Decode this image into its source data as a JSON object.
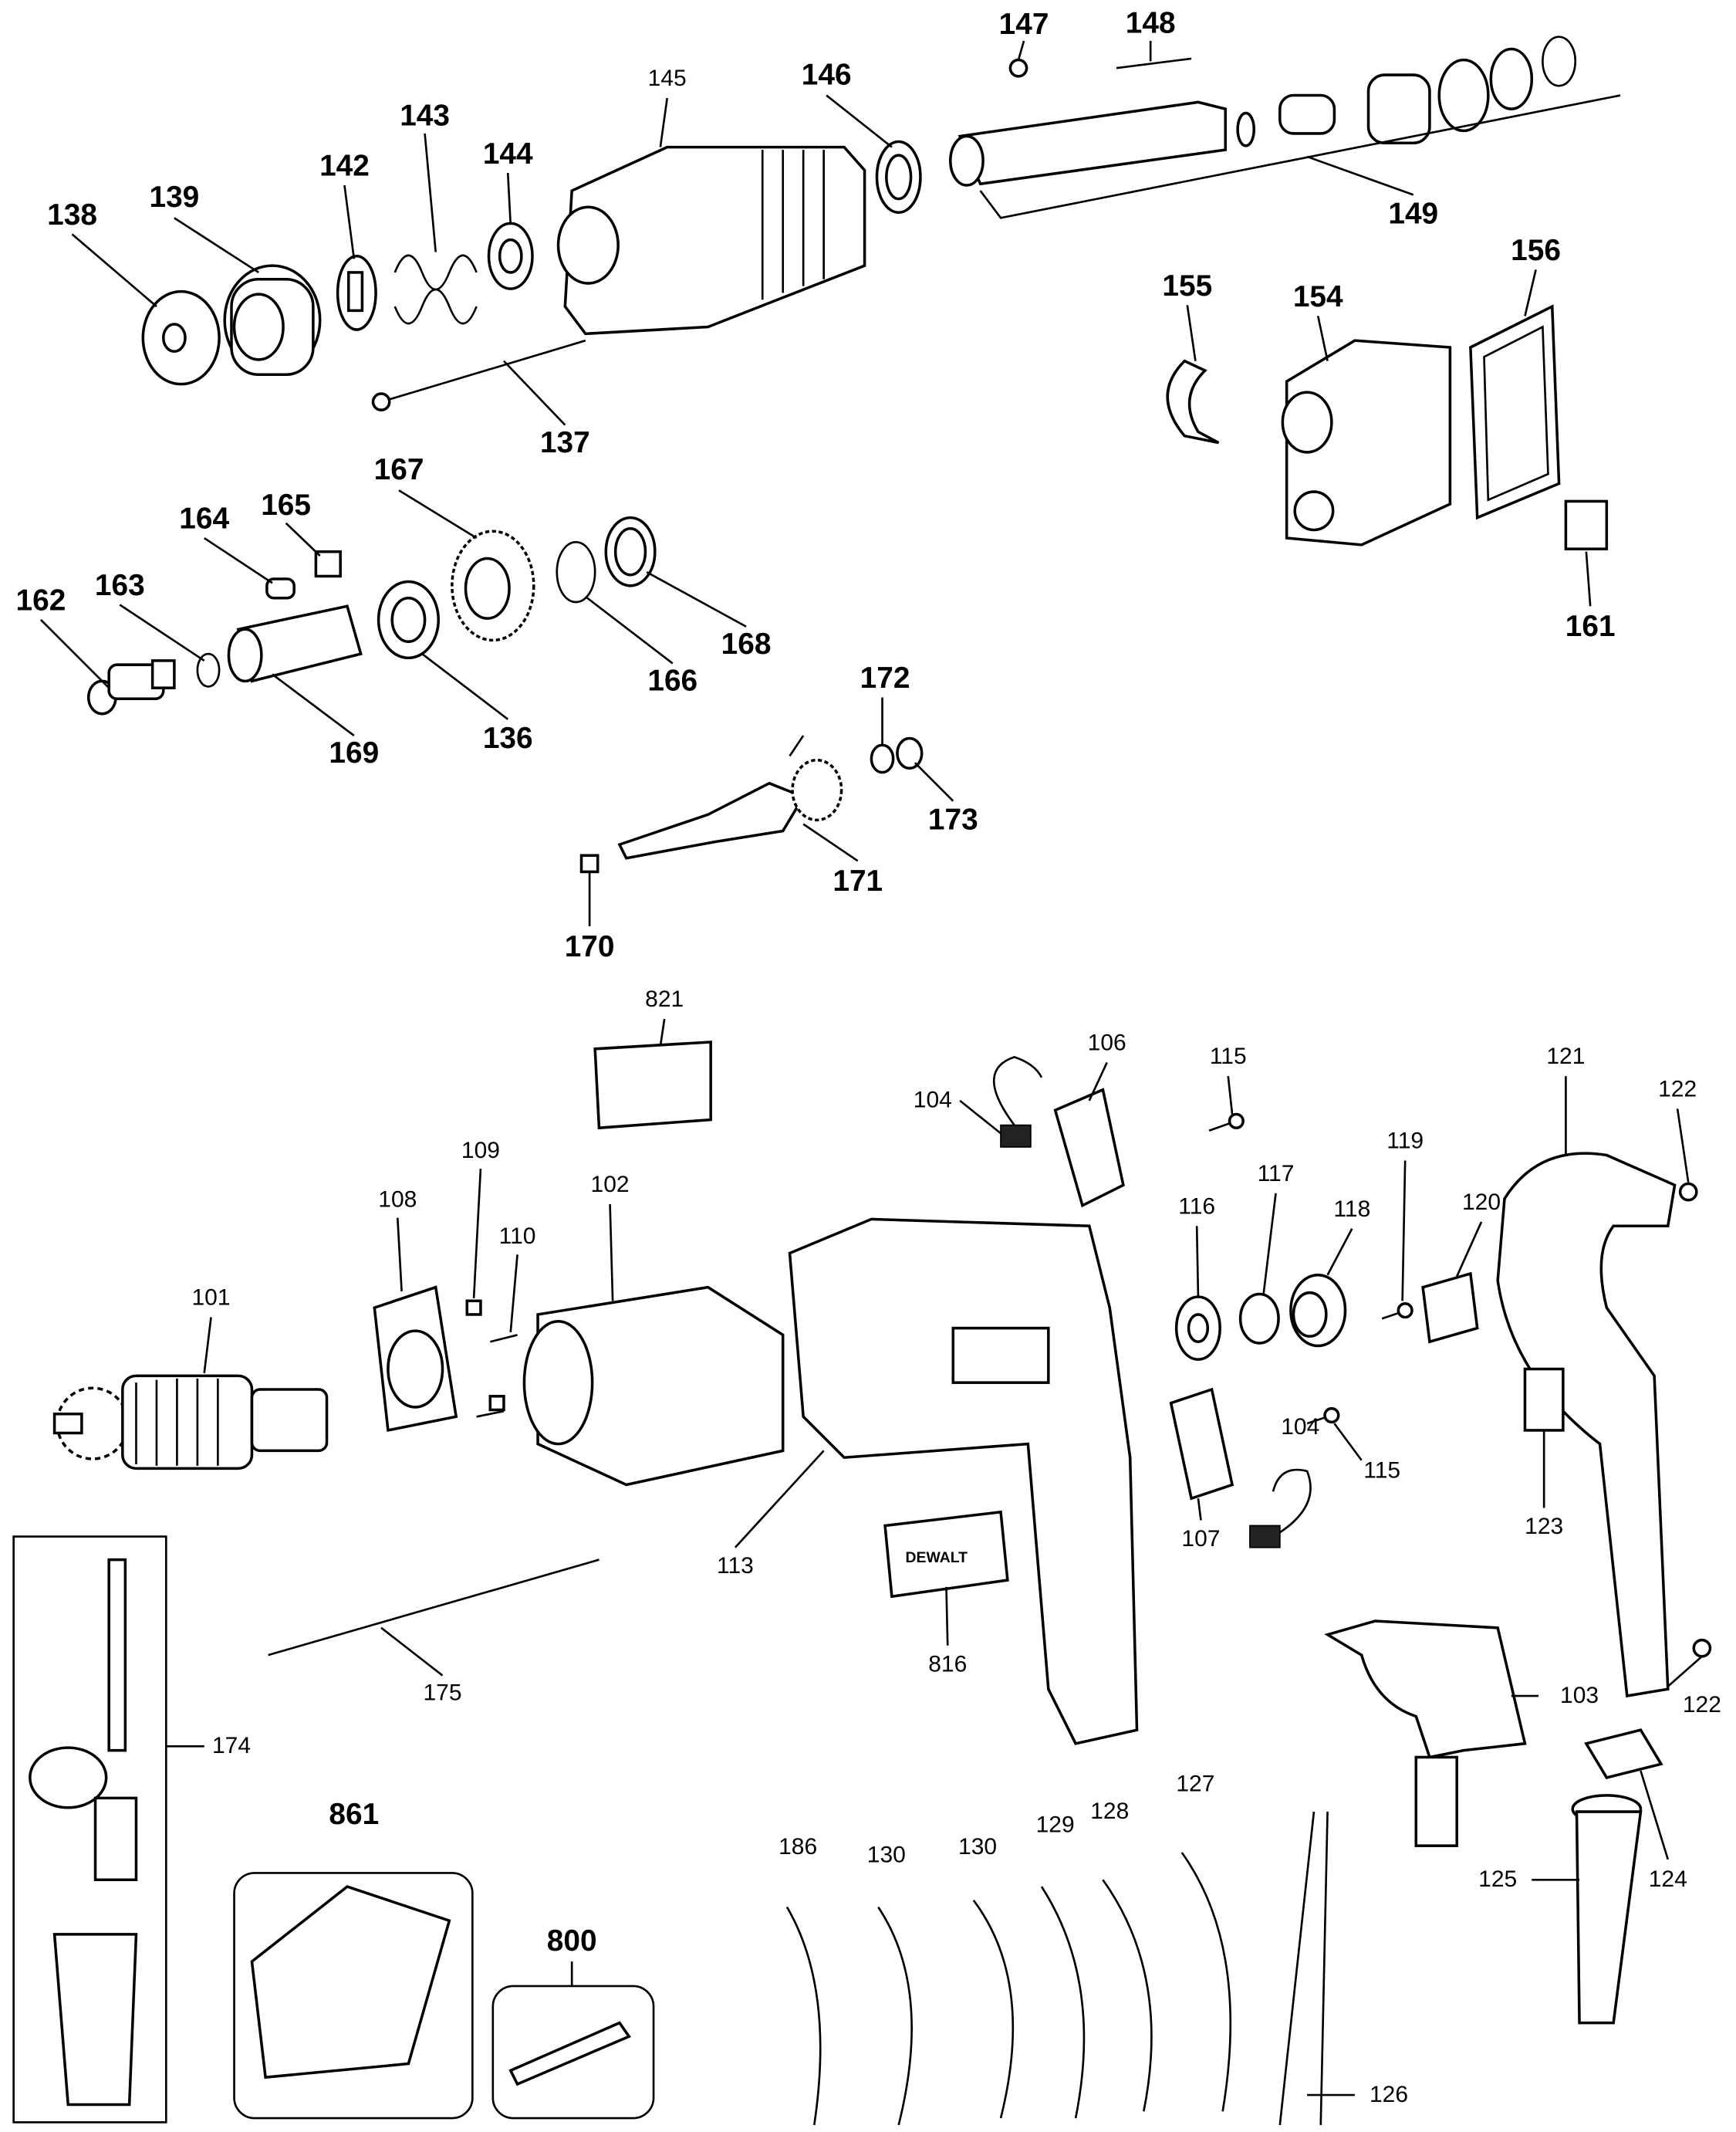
{
  "diagram": {
    "type": "exploded parts diagram",
    "logo_text": "DEWALT",
    "labels": [
      "147",
      "148",
      "146",
      "145",
      "143",
      "144",
      "142",
      "139",
      "138",
      "149",
      "156",
      "155",
      "154",
      "137",
      "167",
      "164",
      "165",
      "162",
      "163",
      "168",
      "166",
      "169",
      "136",
      "172",
      "173",
      "171",
      "170",
      "161",
      "821",
      "106",
      "104",
      "115",
      "121",
      "122",
      "109",
      "108",
      "102",
      "110",
      "116",
      "117",
      "118",
      "119",
      "120",
      "101",
      "115",
      "104",
      "107",
      "123",
      "113",
      "816",
      "175",
      "103",
      "122",
      "174",
      "861",
      "800",
      "186",
      "130",
      "130",
      "129",
      "128",
      "127",
      "124",
      "125",
      "126"
    ]
  }
}
